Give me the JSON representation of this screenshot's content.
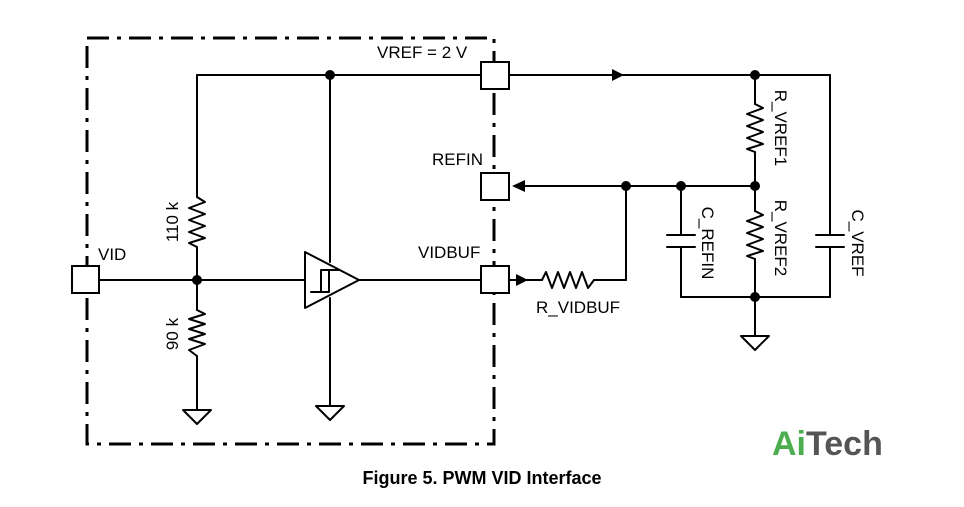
{
  "diagram": {
    "pins": {
      "vid": "VID",
      "vref": "VREF = 2 V",
      "refin": "REFIN",
      "vidbuf": "VIDBUF"
    },
    "components": {
      "r_top": "110 k",
      "r_bottom": "90 k",
      "r_vidbuf": "R_VIDBUF",
      "r_vref1": "R_VREF1",
      "r_vref2": "R_VREF2",
      "c_refin": "C_REFIN",
      "c_vref": "C_VREF"
    },
    "caption": "Figure 5. PWM VID Interface"
  },
  "logo": {
    "part1": "Ai",
    "part2": "Tech"
  },
  "colors": {
    "logo_green": "#4cae4f",
    "logo_gray": "#555555"
  }
}
